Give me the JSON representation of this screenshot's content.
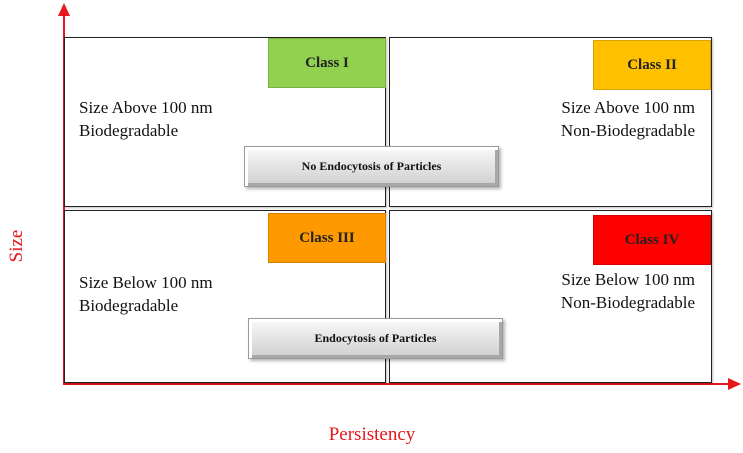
{
  "axes": {
    "y_label": "Size",
    "x_label": "Persistency",
    "color": "#e8161d"
  },
  "quadrants": [
    {
      "class_label": "Class I",
      "color": "#92d050",
      "lines": [
        "Size Above 100 nm",
        "Biodegradable"
      ]
    },
    {
      "class_label": "Class II",
      "color": "#ffc000",
      "lines": [
        "Size Above 100 nm",
        "Non-Biodegradable"
      ]
    },
    {
      "class_label": "Class III",
      "color": "#ff9900",
      "lines": [
        "Size Below 100 nm",
        "Biodegradable"
      ]
    },
    {
      "class_label": "Class IV",
      "color": "#ff0000",
      "lines": [
        "Size Below 100 nm",
        "Non-Biodegradable"
      ]
    }
  ],
  "bands": {
    "top": "No Endocytosis of Particles",
    "bottom": "Endocytosis of Particles"
  }
}
